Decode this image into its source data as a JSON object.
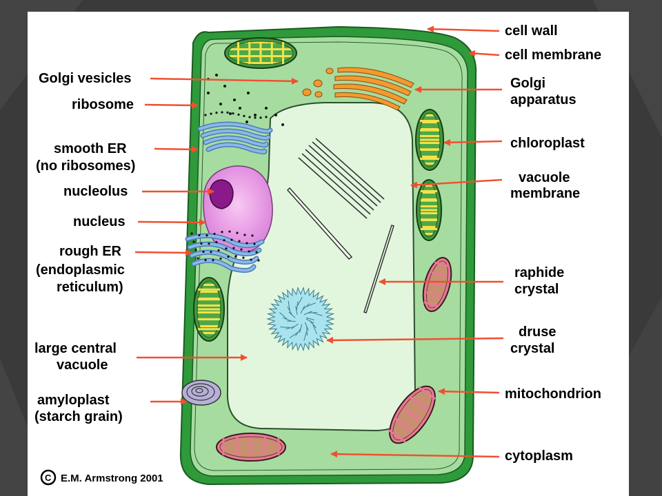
{
  "labels": {
    "cell_wall": "cell wall",
    "cell_membrane": "cell membrane",
    "golgi_vesicles": "Golgi vesicles",
    "ribosome": "ribosome",
    "golgi_apparatus": [
      "Golgi",
      "apparatus"
    ],
    "smooth_er": [
      "smooth ER",
      "(no ribosomes)"
    ],
    "chloroplast": "chloroplast",
    "nucleolus": "nucleolus",
    "vacuole_membrane": [
      "vacuole",
      "membrane"
    ],
    "nucleus": "nucleus",
    "rough_er": [
      "rough ER",
      "(endoplasmic",
      "reticulum)"
    ],
    "raphide_crystal": [
      "raphide",
      "crystal"
    ],
    "druse_crystal": [
      "druse",
      "crystal"
    ],
    "large_central_vacuole": [
      "large central",
      "vacuole"
    ],
    "mitochondrion": "mitochondrion",
    "amyloplast": [
      "amyloplast",
      "(starch grain)"
    ],
    "cytoplasm": "cytoplasm"
  },
  "copyright": {
    "symbol": "C",
    "text": "E.M. Armstrong 2001"
  },
  "colors": {
    "cell_wall": "#2e9a3a",
    "cytoplasm": "#a6dca0",
    "vacuole": "#e2f6de",
    "nucleus": "#dd88e0",
    "nucleolus": "#8a1a8a",
    "er": "#8ab8e8",
    "golgi": "#f39a30",
    "chloroplast": "#3f9a3a",
    "mitochondrion": "#e8789a",
    "arrow": "#f05030",
    "druse": "#a9e4ee"
  }
}
